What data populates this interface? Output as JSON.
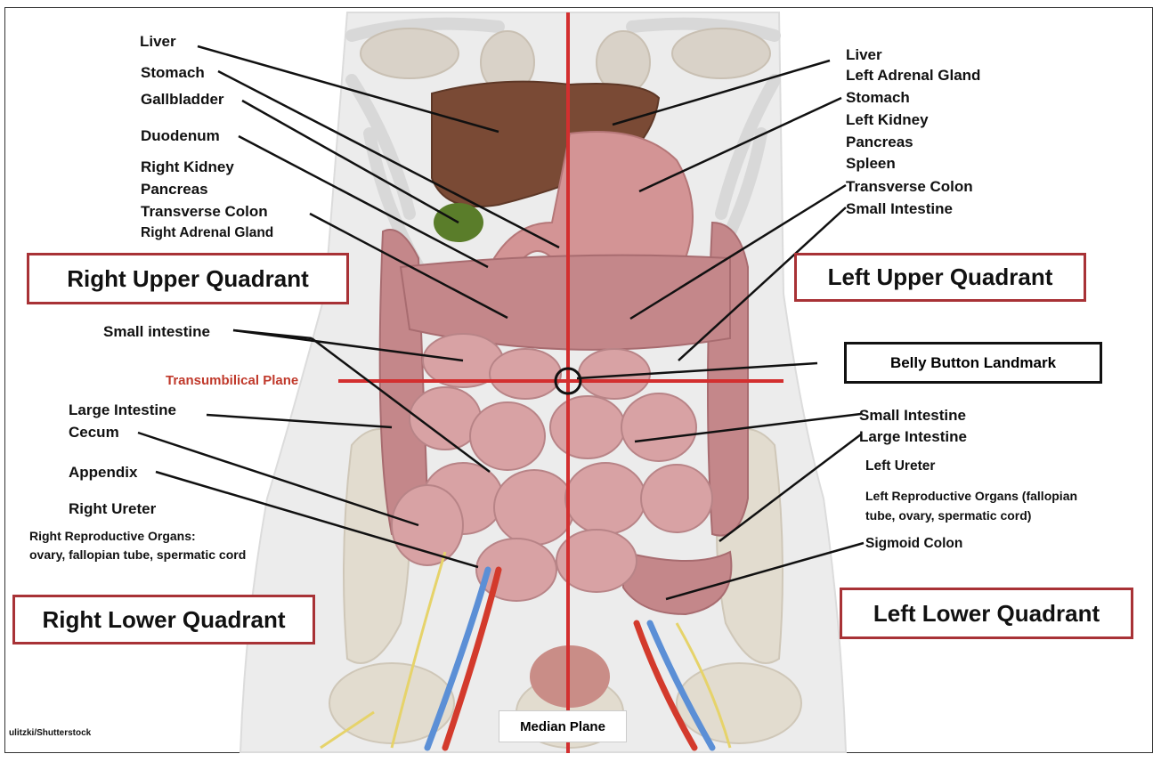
{
  "colors": {
    "plane_red": "#d32f2f",
    "quadrant_border": "#a83236",
    "plane_label": "#c0392b",
    "organ_pink": "#c9868a",
    "liver_brown": "#7a4a35",
    "body_skin": "#eeeeee"
  },
  "left_labels": {
    "liver": "Liver",
    "stomach": "Stomach",
    "gallbladder": "Gallbladder",
    "duodenum": "Duodenum",
    "right_kidney": "Right Kidney",
    "pancreas": "Pancreas",
    "transverse_colon": "Transverse Colon",
    "right_adrenal_gland": "Right Adrenal Gland",
    "small_intestine": "Small intestine",
    "large_intestine": "Large Intestine",
    "cecum": "Cecum",
    "appendix": "Appendix",
    "right_ureter": "Right Ureter",
    "right_reproductive_line1": "Right Reproductive Organs:",
    "right_reproductive_line2": "ovary, fallopian tube, spermatic cord"
  },
  "right_labels": {
    "liver": "Liver",
    "left_adrenal_gland": "Left Adrenal Gland",
    "stomach": "Stomach",
    "left_kidney": "Left Kidney",
    "pancreas": "Pancreas",
    "spleen": "Spleen",
    "transverse_colon": "Transverse Colon",
    "small_intestine": "Small Intestine",
    "small_intestine_lower": "Small Intestine",
    "large_intestine": "Large Intestine",
    "left_ureter": "Left Ureter",
    "left_reproductive_line1": "Left Reproductive Organs (fallopian",
    "left_reproductive_line2": "tube, ovary, spermatic cord)",
    "sigmoid_colon": "Sigmoid Colon"
  },
  "quadrants": {
    "rug": "Right Upper Quadrant",
    "lug": "Left Upper Quadrant",
    "rlq": "Right Lower Quadrant",
    "llq": "Left Lower Quadrant"
  },
  "landmark": "Belly Button Landmark",
  "transumbilical_plane": "Transumbilical Plane",
  "median_plane": "Median Plane",
  "credit": "ulitzki/Shutterstock"
}
